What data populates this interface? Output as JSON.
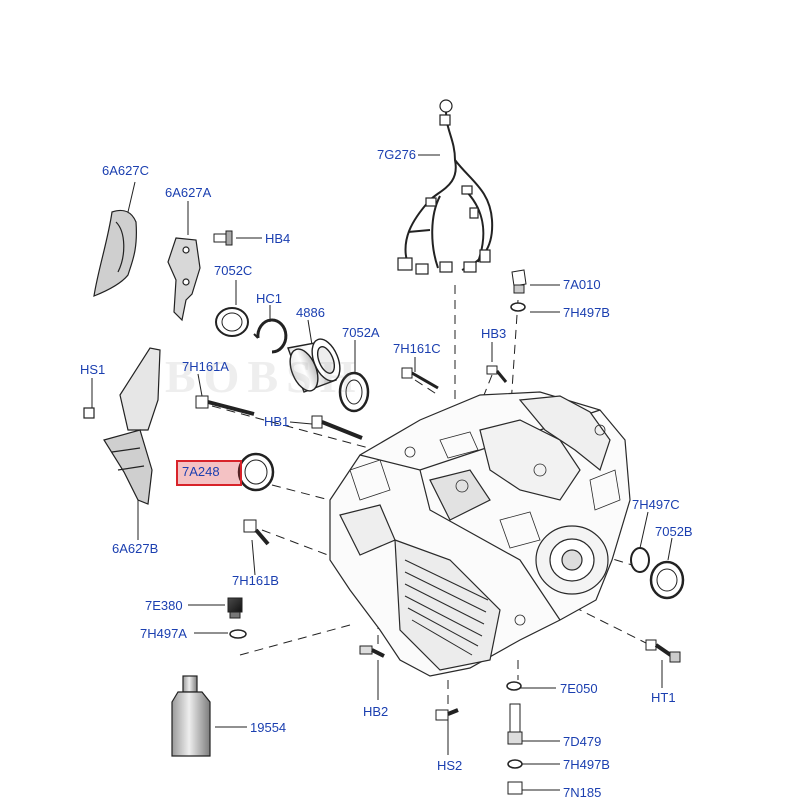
{
  "diagram": {
    "watermark": "BOBSH",
    "highlight_color": "#d8232a",
    "label_color": "#1b3fb0",
    "line_color": "#333333",
    "labels": {
      "g7G276": "7G276",
      "a6627C": "6A627C",
      "a6627A": "6A627A",
      "hb4": "HB4",
      "c7052": "7052C",
      "hc1": "HC1",
      "p4886": "4886",
      "a7052": "7052A",
      "c7H161": "7H161C",
      "hb3": "HB3",
      "a7A010": "7A010",
      "b7H497": "7H497B",
      "hs1": "HS1",
      "a7H161": "7H161A",
      "hb1": "HB1",
      "a7A248": "7A248",
      "c7H497": "7H497C",
      "b7052": "7052B",
      "b6A627": "6A627B",
      "b7H161": "7H161B",
      "e7E380": "7E380",
      "a7H497": "7H497A",
      "hb2": "HB2",
      "e7E050": "7E050",
      "ht1": "HT1",
      "p19554": "19554",
      "d7D479": "7D479",
      "b7H497b": "7H497B",
      "hs2": "HS2",
      "n7N185": "7N185"
    }
  }
}
